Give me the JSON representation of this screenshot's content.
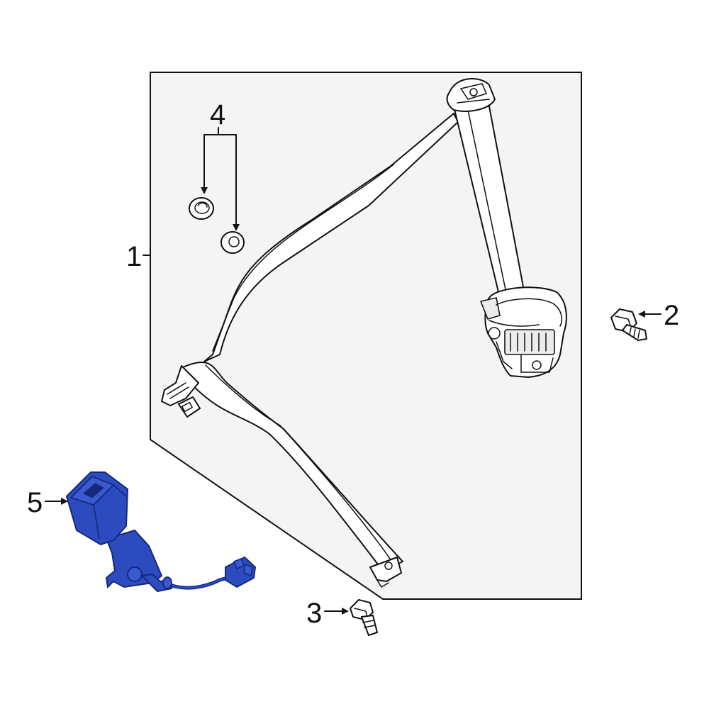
{
  "callouts": {
    "part1": "1",
    "part2": "2",
    "part3": "3",
    "part4": "4",
    "part5": "5"
  },
  "colors": {
    "highlight_part": "#2c4bbf",
    "highlight_dark": "#16287a",
    "panel_fill": "#f4f4f4",
    "line": "#111111"
  },
  "icons": {
    "part1": "seat-belt-assembly-icon",
    "part2": "bolt-icon",
    "part3": "bolt-icon",
    "part4": "grommet-icon",
    "part5": "buckle-assembly-icon"
  }
}
